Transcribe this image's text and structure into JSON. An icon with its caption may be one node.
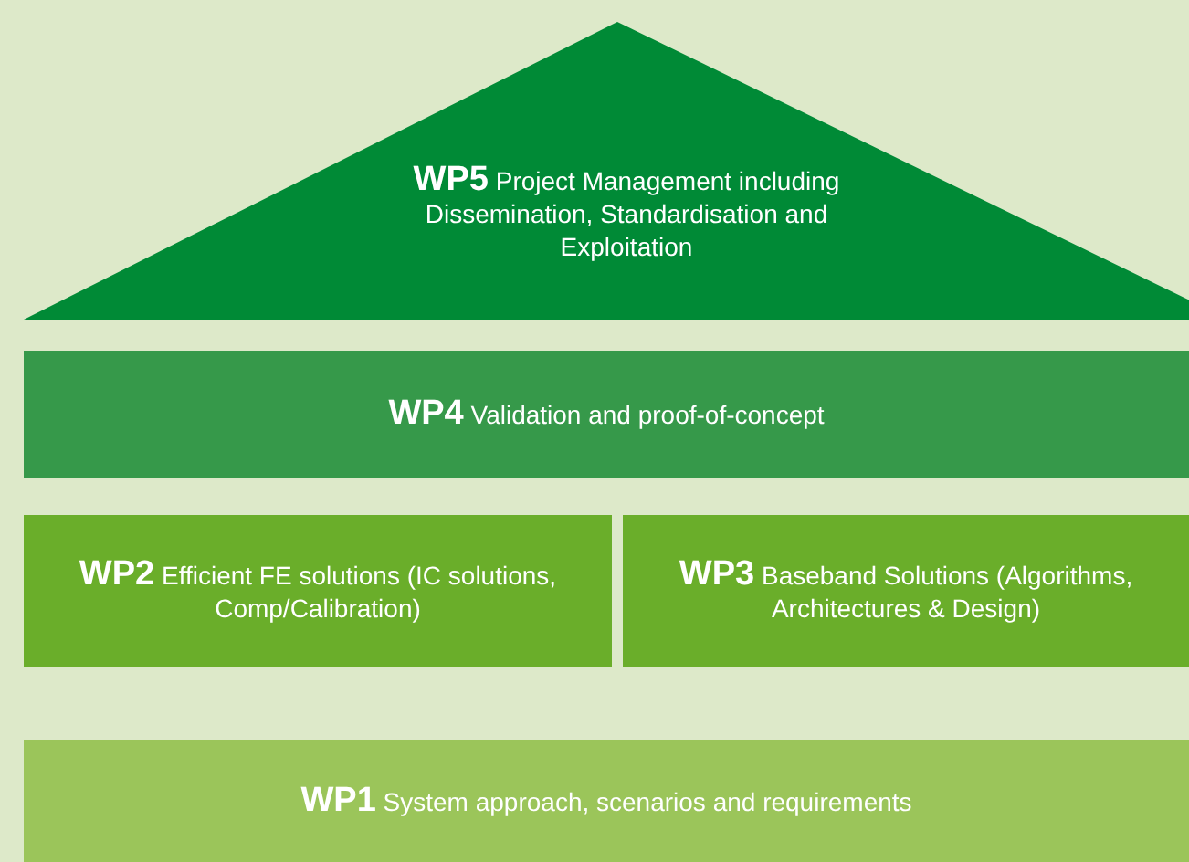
{
  "diagram": {
    "nodes": [
      {
        "text": [
          "**WP5** Project  Management including Dissemination, Standardisation and  Exploitation"
        ]
      },
      {
        "text": [
          "**WP4** Validation and proof-of-concept"
        ]
      },
      {
        "text": [
          "**WP2** Efficient FE solutions (IC solutions, Comp/Calibration)"
        ]
      },
      {
        "text": [
          "**WP3** Baseband Solutions (Algorithms, Architectures & Design)"
        ]
      },
      {
        "text": [
          "**WP1** System approach, scenarios and requirements"
        ]
      }
    ]
  }
}
